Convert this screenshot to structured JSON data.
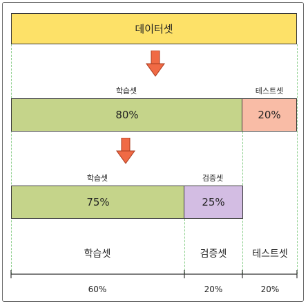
{
  "dataset": {
    "label": "데이터셋",
    "color": "#fde168"
  },
  "split1": {
    "train": {
      "label": "학습셋",
      "percent": "80%",
      "color": "#c5d48a"
    },
    "test": {
      "label": "테스트셋",
      "percent": "20%",
      "color": "#f9bca6"
    }
  },
  "split2": {
    "train": {
      "label": "학습셋",
      "percent": "75%",
      "color": "#c5d48a"
    },
    "val": {
      "label": "검증셋",
      "percent": "25%",
      "color": "#d3bde3"
    }
  },
  "summary": {
    "train": {
      "label": "학습셋",
      "percent": "60%"
    },
    "val": {
      "label": "검증셋",
      "percent": "20%"
    },
    "test": {
      "label": "테스트셋",
      "percent": "20%"
    }
  },
  "arrow_color": "#f06a45"
}
